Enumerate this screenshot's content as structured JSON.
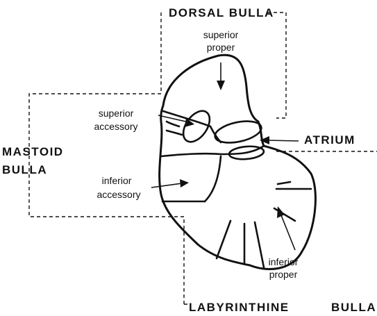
{
  "regions": {
    "dorsal": "DORSAL BULLA",
    "mastoid_line1": "MASTOID",
    "mastoid_line2": "BULLA",
    "atrium": "ATRIUM",
    "labyrinthine_word1": "LABYRINTHINE",
    "labyrinthine_word2": "BULLA"
  },
  "parts": {
    "superior_proper_line1": "superior",
    "superior_proper_line2": "proper",
    "superior_accessory_line1": "superior",
    "superior_accessory_line2": "accessory",
    "inferior_accessory_line1": "inferior",
    "inferior_accessory_line2": "accessory",
    "inferior_proper_line1": "inferior",
    "inferior_proper_line2": "proper"
  }
}
